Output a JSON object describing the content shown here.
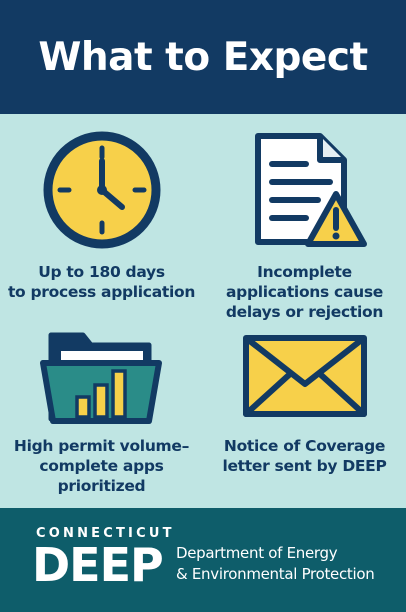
{
  "header": {
    "title": "What to Expect"
  },
  "items": [
    {
      "icon": "clock-icon",
      "lines": [
        "Up to 180 days",
        "to process application"
      ]
    },
    {
      "icon": "document-warning-icon",
      "lines": [
        "Incomplete",
        "applications cause",
        "delays or rejection"
      ]
    },
    {
      "icon": "folder-chart-icon",
      "lines": [
        "High permit volume–",
        "complete apps",
        "prioritized"
      ]
    },
    {
      "icon": "envelope-icon",
      "lines": [
        "Notice of Coverage",
        "letter sent by DEEP"
      ]
    }
  ],
  "footer": {
    "state": "CONNECTICUT",
    "agency_short": "DEEP",
    "agency_line1": "Department of Energy",
    "agency_line2": "& Environmental Protection"
  },
  "colors": {
    "navy": "#123a63",
    "teal_bg": "#bfe5e3",
    "footer_teal": "#0e5d6a",
    "yellow": "#f7d04a",
    "folder_teal": "#2a8c88"
  }
}
